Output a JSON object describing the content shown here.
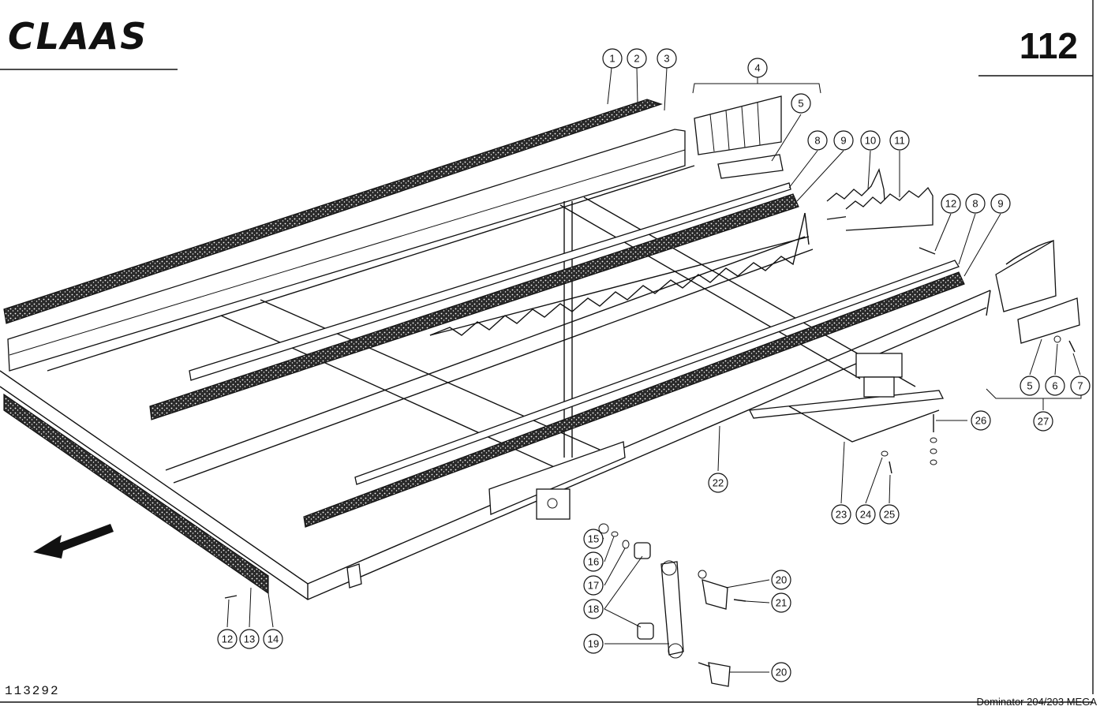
{
  "header": {
    "brand": "CLAAS",
    "page_number": "112"
  },
  "footer": {
    "drawing_id": "113292",
    "model": "Dominator 204/203 MEGA"
  },
  "callouts": [
    {
      "id": "c1",
      "label": "1"
    },
    {
      "id": "c2",
      "label": "2"
    },
    {
      "id": "c3",
      "label": "3"
    },
    {
      "id": "c4",
      "label": "4"
    },
    {
      "id": "c5a",
      "label": "5"
    },
    {
      "id": "c8a",
      "label": "8"
    },
    {
      "id": "c9a",
      "label": "9"
    },
    {
      "id": "c10",
      "label": "10"
    },
    {
      "id": "c11",
      "label": "11"
    },
    {
      "id": "c12a",
      "label": "12"
    },
    {
      "id": "c8b",
      "label": "8"
    },
    {
      "id": "c9b",
      "label": "9"
    },
    {
      "id": "c5b",
      "label": "5"
    },
    {
      "id": "c6",
      "label": "6"
    },
    {
      "id": "c7",
      "label": "7"
    },
    {
      "id": "c26",
      "label": "26"
    },
    {
      "id": "c27",
      "label": "27"
    },
    {
      "id": "c22",
      "label": "22"
    },
    {
      "id": "c23",
      "label": "23"
    },
    {
      "id": "c24",
      "label": "24"
    },
    {
      "id": "c25",
      "label": "25"
    },
    {
      "id": "c15",
      "label": "15"
    },
    {
      "id": "c16",
      "label": "16"
    },
    {
      "id": "c17",
      "label": "17"
    },
    {
      "id": "c18",
      "label": "18"
    },
    {
      "id": "c19",
      "label": "19"
    },
    {
      "id": "c20a",
      "label": "20"
    },
    {
      "id": "c21",
      "label": "21"
    },
    {
      "id": "c20b",
      "label": "20"
    },
    {
      "id": "c12b",
      "label": "12"
    },
    {
      "id": "c13",
      "label": "13"
    },
    {
      "id": "c14",
      "label": "14"
    }
  ]
}
